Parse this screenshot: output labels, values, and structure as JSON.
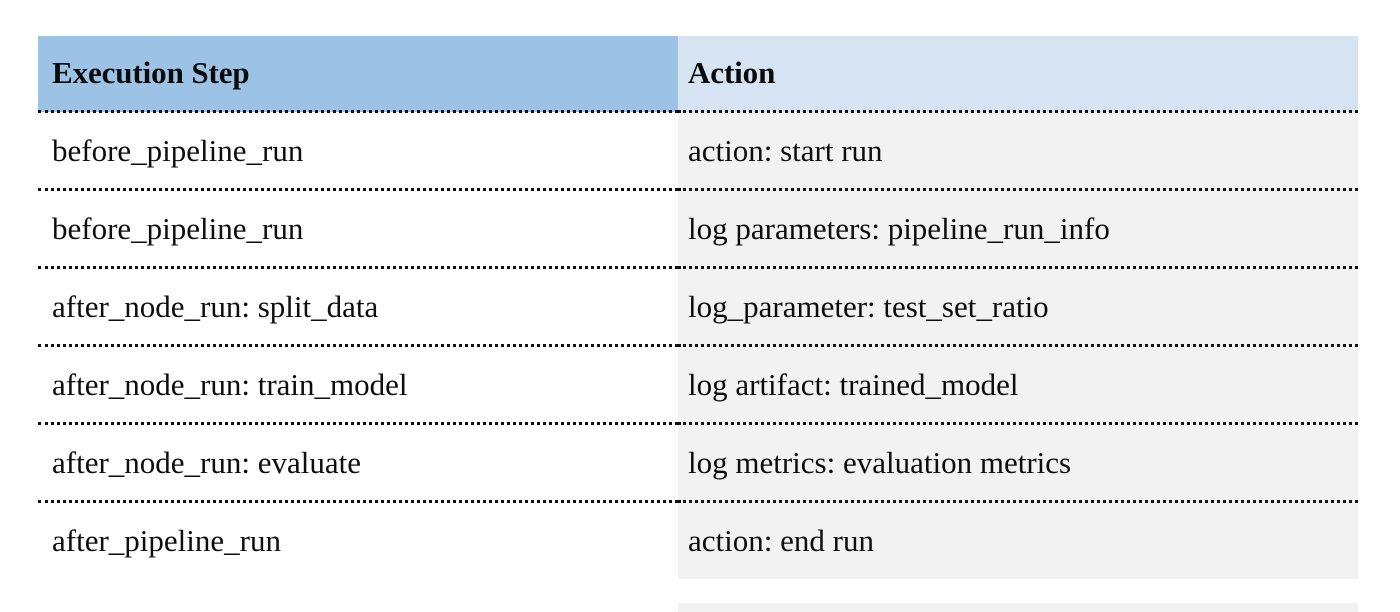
{
  "table": {
    "columns": [
      {
        "key": "step",
        "header": "Execution Step"
      },
      {
        "key": "action",
        "header": "Action"
      }
    ],
    "rows": [
      {
        "step": "before_pipeline_run",
        "action": "action: start run"
      },
      {
        "step": "before_pipeline_run",
        "action": "log parameters: pipeline_run_info"
      },
      {
        "step": "after_node_run: split_data",
        "action": "log_parameter: test_set_ratio"
      },
      {
        "step": "after_node_run: train_model",
        "action": "log artifact: trained_model"
      },
      {
        "step": "after_node_run: evaluate",
        "action": "log metrics: evaluation metrics"
      },
      {
        "step": "after_pipeline_run",
        "action": "action: end run"
      }
    ]
  },
  "colors": {
    "header_step_bg": "#9cc3e5",
    "header_action_bg": "#d6e3f2",
    "cell_step_bg": "#ffffff",
    "cell_action_bg": "#f2f2f2",
    "text": "#0d0d0d",
    "rule": "#101010",
    "page_bg": "#ffffff"
  }
}
